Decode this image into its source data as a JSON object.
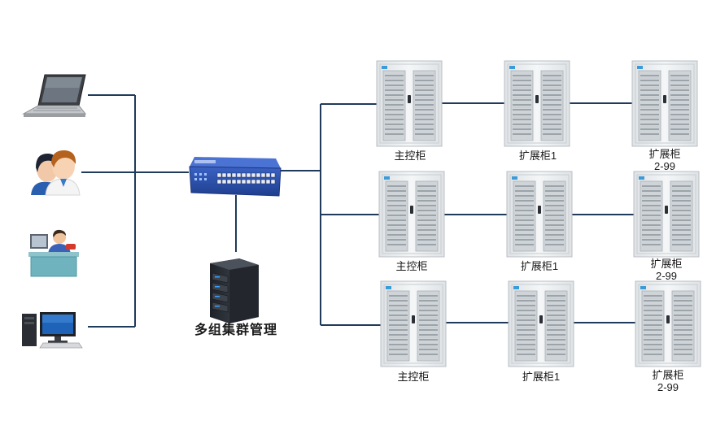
{
  "diagram": {
    "server_label": "多组集群管理",
    "rows": [
      {
        "main_label": "主控柜",
        "expand_label": "扩展柜1",
        "last_label_line1": "扩展柜",
        "last_label_line2": "2-99"
      },
      {
        "main_label": "主控柜",
        "expand_label": "扩展柜1",
        "last_label_line1": "扩展柜",
        "last_label_line2": "2-99"
      },
      {
        "main_label": "主控柜",
        "expand_label": "扩展柜1",
        "last_label_line1": "扩展柜",
        "last_label_line2": "2-99"
      }
    ],
    "clients": [
      "laptop-icon",
      "users-icon",
      "operator-desk-icon",
      "desktop-computer-icon"
    ],
    "colors": {
      "line": "#1f3a5a",
      "switch": "#2a4fa8",
      "server": "#2b2f36",
      "cabinet": "#e9ecef",
      "cabinet_tag": "#3a9bd8"
    }
  }
}
